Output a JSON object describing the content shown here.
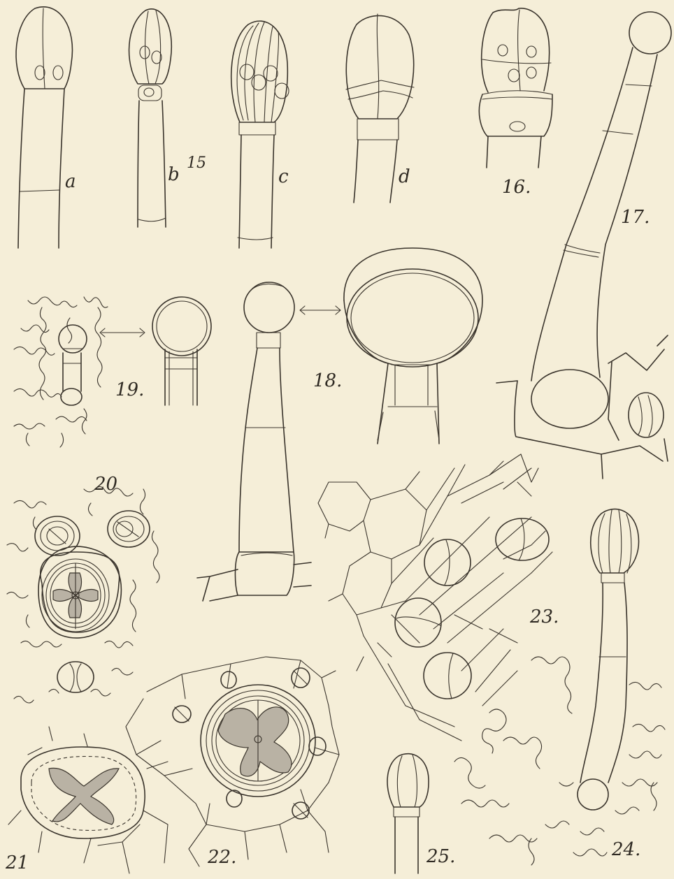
{
  "plate": {
    "background": "#f5eed8",
    "ink": "#3a342c",
    "figure_labels": {
      "a": "a",
      "b": "b",
      "c": "c",
      "d": "d",
      "f15": "15",
      "f16": "16.",
      "f17": "17.",
      "f18": "18.",
      "f19": "19.",
      "f20": "20",
      "f21": "21",
      "f22": "22.",
      "f23": "23.",
      "f24": "24.",
      "f25": "25."
    }
  }
}
